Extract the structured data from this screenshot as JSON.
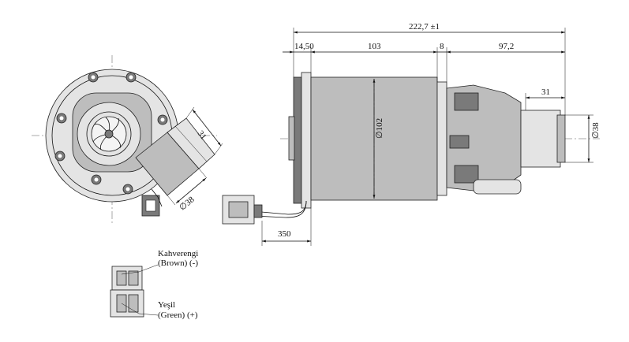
{
  "dimensions": {
    "overall_length": "222,7 ±1",
    "seg_front": "14,50",
    "seg_motor": "103",
    "seg_gap": "8",
    "seg_pump": "97,2",
    "outlet_length": "31",
    "motor_diameter": "∅102",
    "outlet_diameter": "∅38",
    "cable_length": "350",
    "front_outlet_length": "31",
    "front_outlet_diameter": "∅38"
  },
  "wiring": {
    "brown_tr": "Kahverengi",
    "brown_en": "(Brown) (-)",
    "green_tr": "Yeşil",
    "green_en": "(Green) (+)"
  },
  "colors": {
    "line": "#111111",
    "body_fill": "#bdbdbd"
  }
}
